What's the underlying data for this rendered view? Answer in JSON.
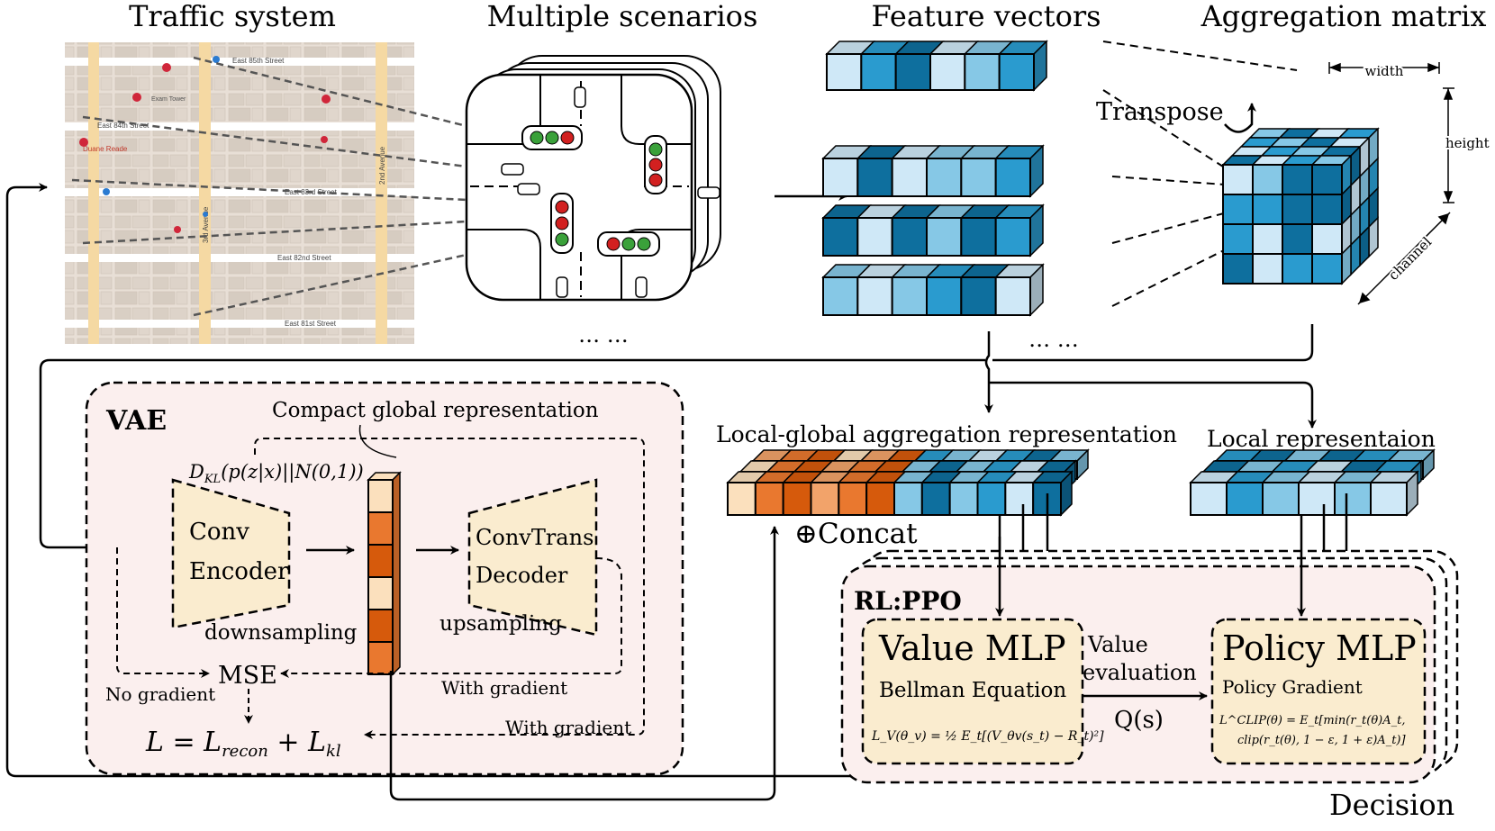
{
  "sections": {
    "traffic_system": "Traffic system",
    "multiple_scenarios": "Multiple scenarios",
    "feature_vectors": "Feature vectors",
    "aggregation_matrix": "Aggregation matrix"
  },
  "map": {
    "streets": [
      "East 85th Street",
      "East 84th Street",
      "East 83rd Street",
      "East 82nd Street",
      "East 81st Street"
    ],
    "avenues": [
      "2nd Avenue",
      "3rd Avenue"
    ],
    "poi": [
      "Duane Reade",
      "Exam Tower"
    ]
  },
  "cube": {
    "width": "width",
    "height": "height",
    "channel": "channel",
    "transpose": "Transpose"
  },
  "ellipsis": "… …",
  "vae": {
    "title": "VAE",
    "compact": "Compact global representation",
    "kl": "D_KL(p(z|x)||N(0,1))",
    "encoder_line1": "Conv",
    "encoder_line2": "Encoder",
    "decoder_line1": "ConvTrans",
    "decoder_line2": "Decoder",
    "downsampling": "downsampling",
    "upsampling": "upsampling",
    "mse": "MSE",
    "no_gradient": "No gradient",
    "with_gradient_1": "With gradient",
    "with_gradient_2": "With gradient",
    "loss": "L = L_recon + L_kl"
  },
  "repr": {
    "local_global": "Local-global aggregation representation",
    "local": "Local representaion",
    "concat": "⊕Concat"
  },
  "ppo": {
    "title": "RL:PPO",
    "value_title": "Value MLP",
    "value_sub": "Bellman Equation",
    "value_formula": "L_V(θ_v) = ½ E_t[(V_θv(s_t) − R_t)²]",
    "value_eval_1": "Value",
    "value_eval_2": "evaluation",
    "qs": "Q(s)",
    "policy_title": "Policy MLP",
    "policy_sub": "Policy Gradient",
    "policy_formula_1": "L^CLIP(θ) = E_t[min(r_t(θ)A_t,",
    "policy_formula_2": "clip(r_t(θ), 1 − ε, 1 + ε)A_t)]",
    "decision": "Decision"
  },
  "colors": {
    "blue_1": "#cfe8f7",
    "blue_2": "#86c8e6",
    "blue_3": "#2a9bcf",
    "blue_4": "#0e6f9e",
    "orange_1": "#fbe0bd",
    "orange_2": "#f2a36a",
    "orange_3": "#e9782f",
    "orange_4": "#d65a0c",
    "panel_pink": "#fbefee",
    "box_cream": "#faeccf"
  }
}
